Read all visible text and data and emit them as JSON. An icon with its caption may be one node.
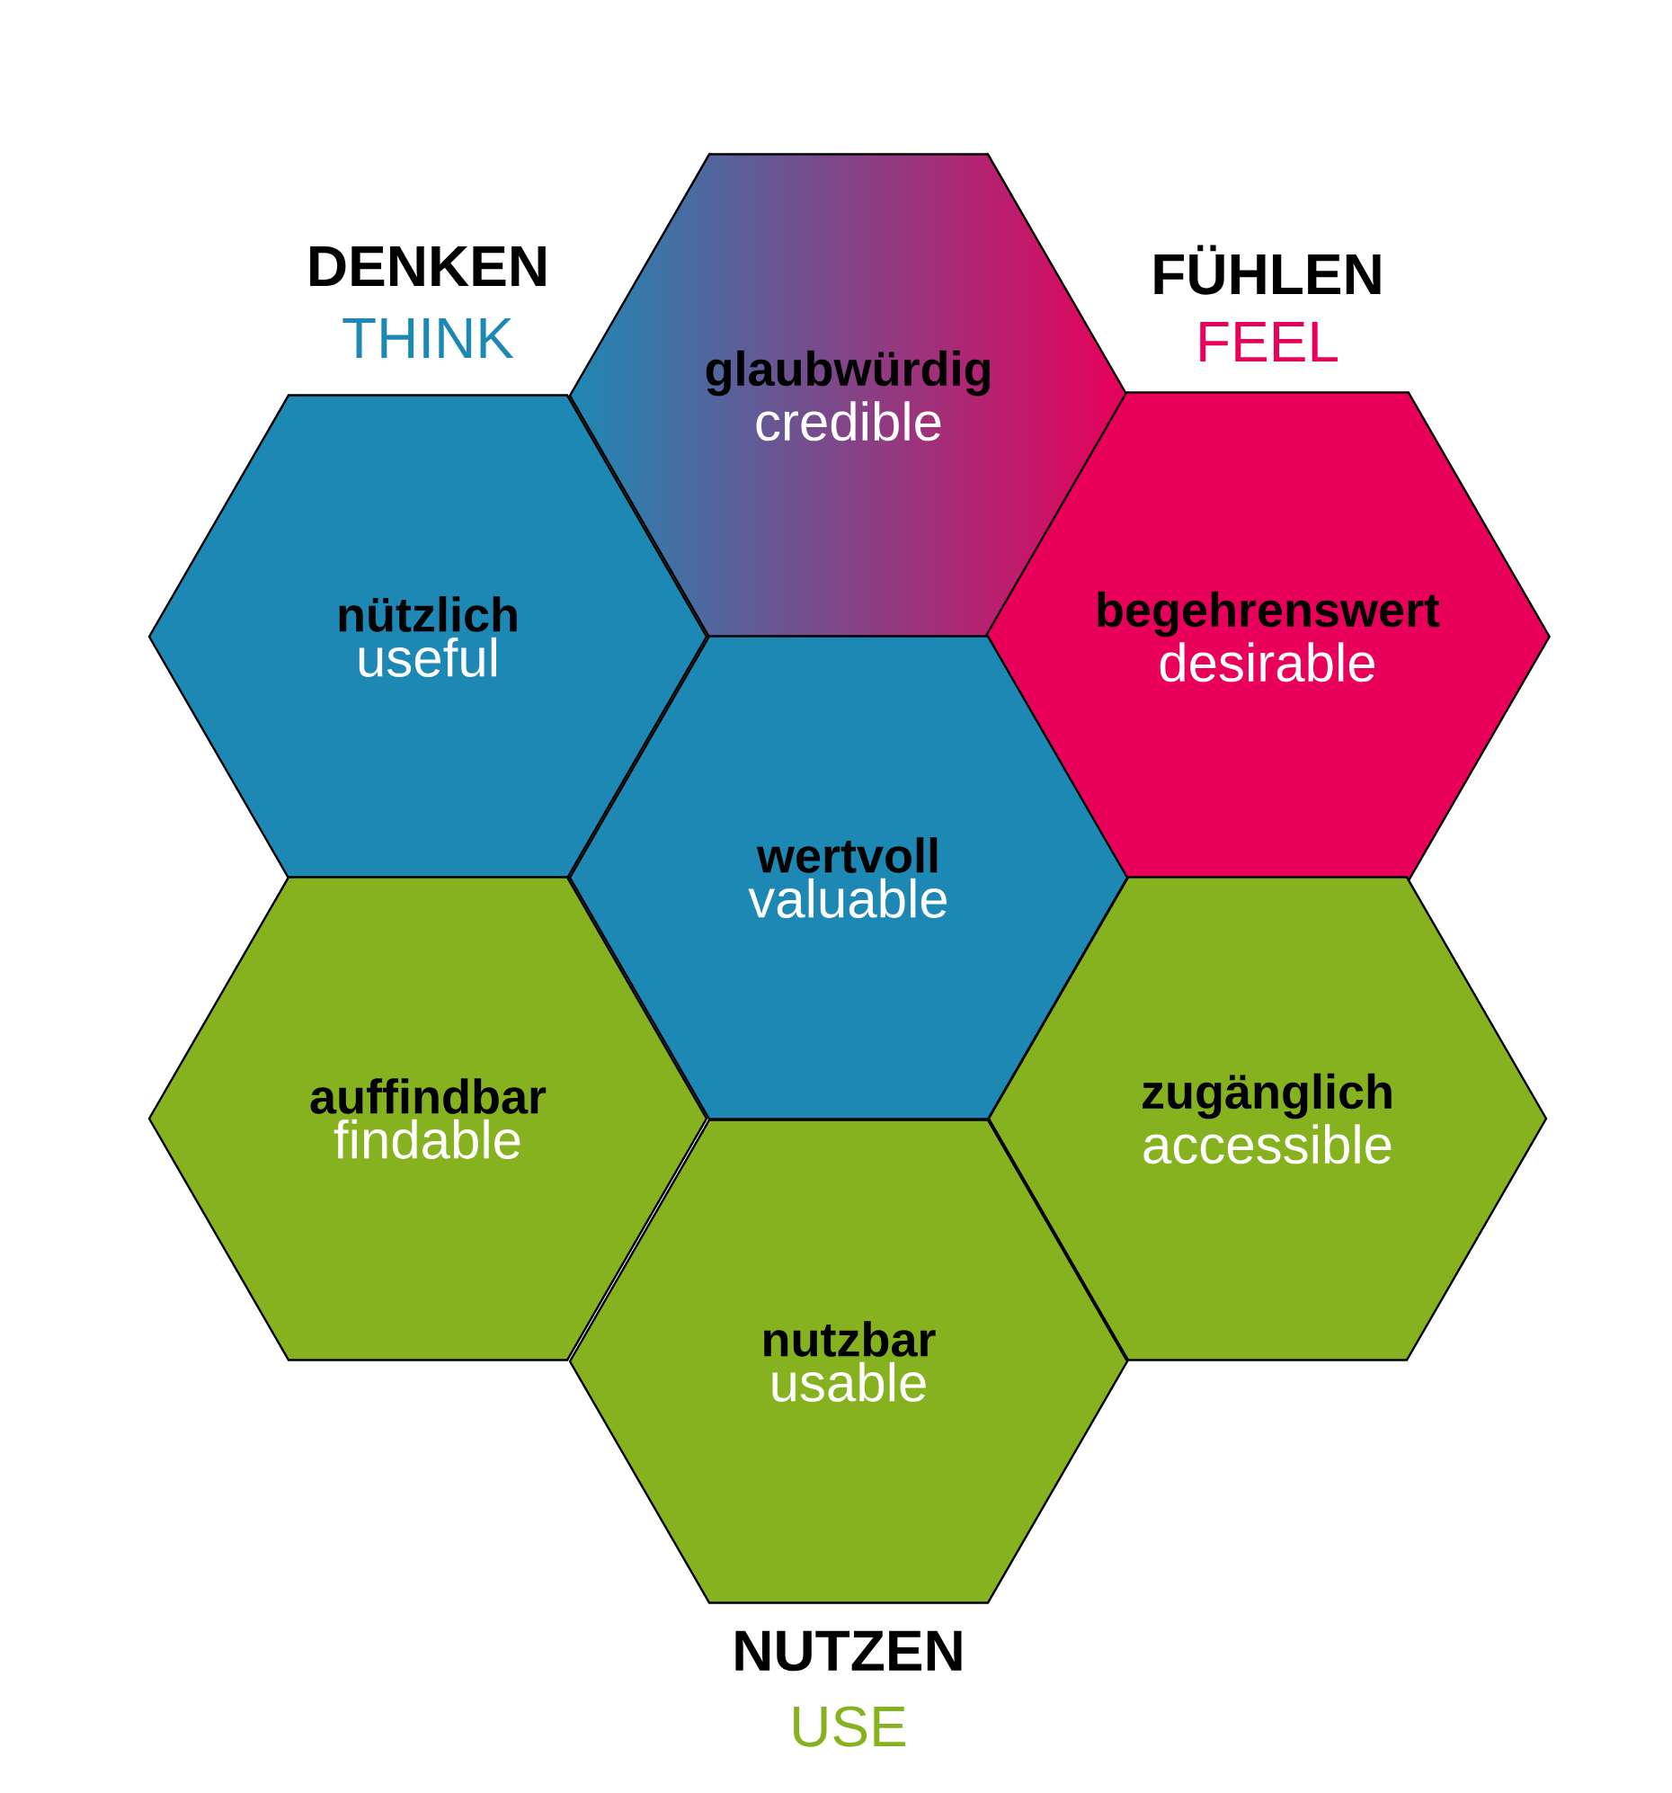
{
  "diagram": {
    "nodes": [
      {
        "text": [
          "glaubwürdig",
          "credible"
        ]
      },
      {
        "text": [
          "nützlich",
          "useful"
        ]
      },
      {
        "text": [
          "begehrenswert",
          "desirable"
        ]
      },
      {
        "text": [
          "wertvoll",
          "valuable"
        ]
      },
      {
        "text": [
          "auffindbar",
          "findable"
        ]
      },
      {
        "text": [
          "zugänglich",
          "accessible"
        ]
      },
      {
        "text": [
          "nutzbar",
          "usable"
        ]
      }
    ],
    "labels": [
      "DENKEN",
      "THINK",
      "FÜHLEN",
      "FEEL",
      "NUTZEN",
      "USE"
    ]
  }
}
